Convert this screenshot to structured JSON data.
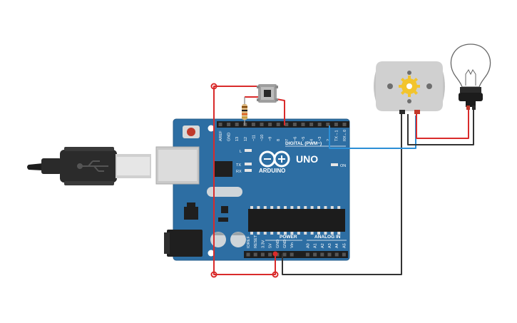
{
  "board": {
    "model": "UNO",
    "brand": "ARDUINO",
    "digital_header": "DIGITAL (PWM~)",
    "power_header": "POWER",
    "analog_header": "ANALOG IN",
    "on_label": "ON",
    "led_l": "L",
    "led_tx": "TX",
    "led_rx": "RX",
    "digital_pins": [
      "AREF",
      "GND",
      "13",
      "12",
      "~11",
      "~10",
      "~9",
      "8",
      "7",
      "~6",
      "~5",
      "4",
      "~3",
      "2",
      "TX→1",
      "RX←0"
    ],
    "power_pins": [
      "IOREF",
      "RESET",
      "3.3V",
      "5V",
      "GND",
      "GND",
      "Vin"
    ],
    "analog_pins": [
      "A0",
      "A1",
      "A2",
      "A3",
      "A4",
      "A5"
    ]
  },
  "components": {
    "usb_cable": "usb-cable",
    "pushbutton": "pushbutton",
    "resistor": "resistor",
    "dc_motor": "dc-motor",
    "light_bulb": "light-bulb"
  },
  "colors": {
    "board": "#2d6ea3",
    "wire_red": "#d92b2b",
    "wire_black": "#333333",
    "wire_blue": "#2c8fd6",
    "motor_gear": "#f2c42d"
  }
}
